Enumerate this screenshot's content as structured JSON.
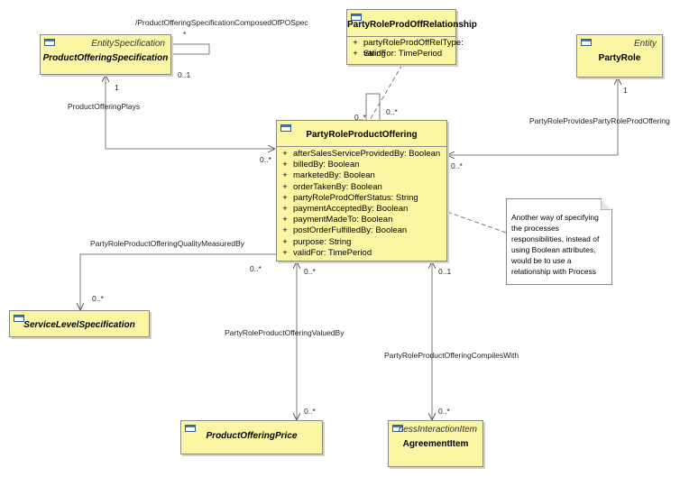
{
  "diagram": {
    "classes": {
      "pos": {
        "stereotype": "EntitySpecification",
        "name": "ProductOfferingSpecification"
      },
      "rel": {
        "name": "PartyRoleProdOffRelationship",
        "attrs": [
          {
            "vis": "+",
            "text": "partyRoleProdOffRelType: String"
          },
          {
            "vis": "+",
            "text": "validFor: TimePeriod"
          }
        ]
      },
      "party_role": {
        "stereotype": "Entity",
        "name": "PartyRole"
      },
      "main": {
        "name": "PartyRoleProductOffering",
        "attrs": [
          {
            "vis": "+",
            "text": "afterSalesServiceProvidedBy: Boolean"
          },
          {
            "vis": "+",
            "text": "billedBy: Boolean"
          },
          {
            "vis": "+",
            "text": "marketedBy: Boolean"
          },
          {
            "vis": "+",
            "text": "orderTakenBy: Boolean"
          },
          {
            "vis": "+",
            "text": "partyRoleProdOfferStatus: String"
          },
          {
            "vis": "+",
            "text": "paymentAcceptedBy: Boolean"
          },
          {
            "vis": "+",
            "text": "paymentMadeTo: Boolean"
          },
          {
            "vis": "+",
            "text": "postOrderFulfilledBy: Boolean"
          },
          {
            "vis": "+",
            "text": "purpose: String"
          },
          {
            "vis": "+",
            "text": "validFor: TimePeriod"
          }
        ]
      },
      "sls": {
        "name": "ServiceLevelSpecification"
      },
      "price": {
        "name": "ProductOfferingPrice"
      },
      "agreement": {
        "stereotype": "nessInteractionItem",
        "name": "AgreementItem"
      }
    },
    "note": "Another way of specifying the processes responsibilities, instead of using Boolean attributes, would be to use a relationship with Process",
    "labels": {
      "composed": "/ProductOfferingSpecificationComposedOfPOSpec",
      "composed_star": "*",
      "composed_01": "0..1",
      "plays": "ProductOfferingPlays",
      "plays_1": "1",
      "plays_0star": "0..*",
      "provides": "PartyRoleProvidesPartyRoleProdOffering",
      "provides_1": "1",
      "provides_0star": "0..*",
      "self_0star": "0..*",
      "note_0star": "0..*",
      "quality": "PartyRoleProductOfferingQualityMeasuredBy",
      "quality_0star_main": "0..*",
      "quality_0star_sls": "0..*",
      "valued": "PartyRoleProductOfferingValuedBy",
      "valued_0star_main": "0..*",
      "valued_0star_price": "0..*",
      "compiles": "PartyRoleProductOfferingCompilesWith",
      "compiles_01": "0..1",
      "compiles_0star": "0..*"
    }
  }
}
